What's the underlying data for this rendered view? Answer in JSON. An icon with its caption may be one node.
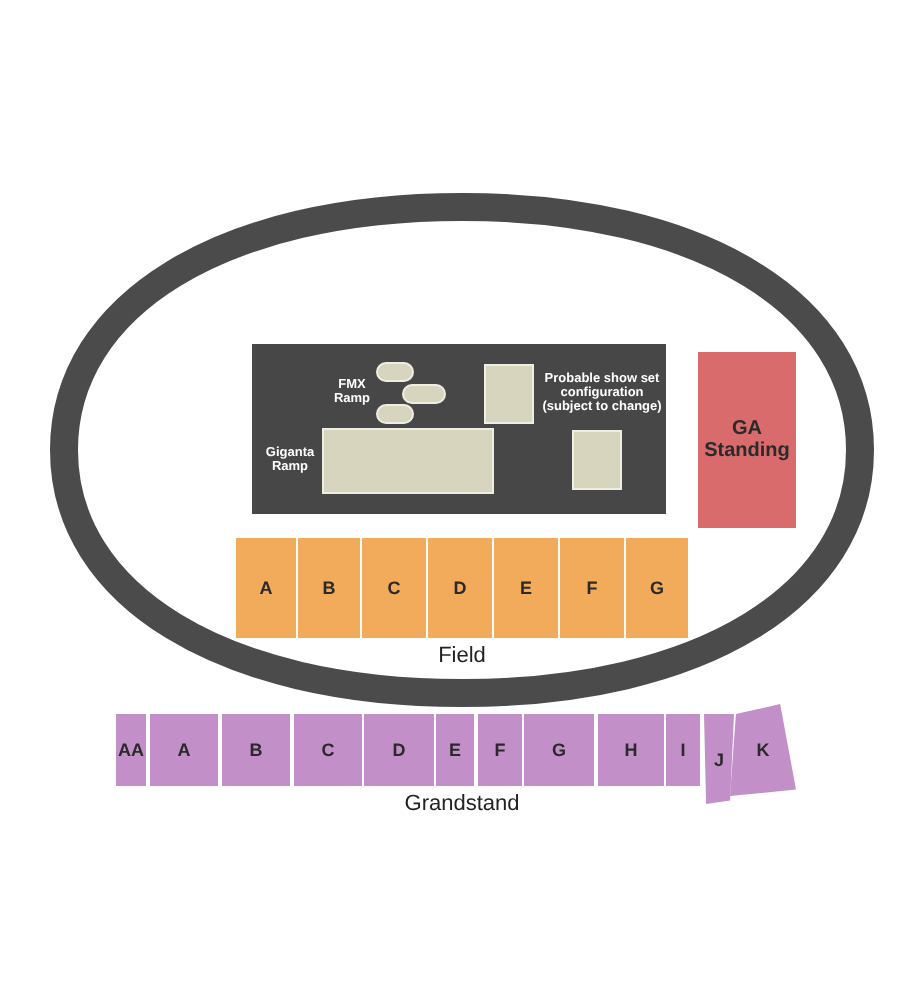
{
  "diagram": {
    "nodes": [
      {
        "text": [
          "FMX Ramp",
          "Probable show set configuration (subject to change)",
          "Giganta Ramp"
        ]
      },
      {
        "text": [],
        "shape": "oval",
        "in": 0
      },
      {
        "text": [],
        "shape": "oval",
        "in": 0
      },
      {
        "text": [],
        "shape": "oval",
        "in": 0
      },
      {
        "text": [],
        "shape": "box",
        "in": 0
      },
      {
        "text": [],
        "shape": "box",
        "in": 0
      },
      {
        "text": [],
        "shape": "box",
        "in": 0
      },
      {
        "text": [
          "GA Standing"
        ]
      },
      {
        "text": [
          "A"
        ]
      },
      {
        "text": [
          "B"
        ]
      },
      {
        "text": [
          "C"
        ]
      },
      {
        "text": [
          "D"
        ]
      },
      {
        "text": [
          "E"
        ]
      },
      {
        "text": [
          "F"
        ]
      },
      {
        "text": [
          "G"
        ]
      },
      {
        "text": [
          "AA"
        ]
      },
      {
        "text": [
          "A"
        ]
      },
      {
        "text": [
          "B"
        ]
      },
      {
        "text": [
          "C"
        ]
      },
      {
        "text": [
          "D"
        ]
      },
      {
        "text": [
          "E"
        ]
      },
      {
        "text": [
          "F"
        ]
      },
      {
        "text": [
          "G"
        ]
      },
      {
        "text": [
          "H"
        ]
      },
      {
        "text": [
          "I"
        ]
      },
      {
        "text": [
          "J"
        ]
      },
      {
        "text": [
          "K"
        ]
      }
    ],
    "labels": [
      "Field",
      "Grandstand"
    ]
  }
}
